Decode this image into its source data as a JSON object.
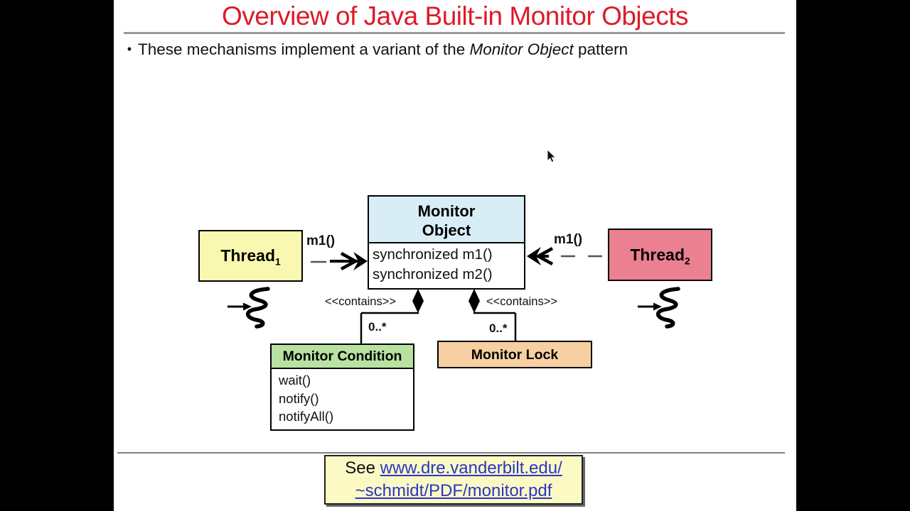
{
  "slide": {
    "title": "Overview of Java Built-in Monitor Objects",
    "bullet": {
      "marker": "•",
      "text_pre": "These mechanisms implement a variant of the ",
      "text_italic": "Monitor Object",
      "text_post": " pattern"
    }
  },
  "diagram": {
    "monitor_object": {
      "name_line1": "Monitor",
      "name_line2": "Object",
      "methods": [
        "synchronized m1()",
        "synchronized m2()"
      ]
    },
    "thread1": {
      "label": "Thread",
      "subscript": "1"
    },
    "thread2": {
      "label": "Thread",
      "subscript": "2"
    },
    "call_label_left": "m1()",
    "call_label_right": "m1()",
    "contains_left": "<<contains>>",
    "contains_right": "<<contains>>",
    "multiplicity_left": "0..*",
    "multiplicity_right": "0..*",
    "monitor_condition": {
      "title": "Monitor Condition",
      "methods": [
        "wait()",
        "notify()",
        "notifyAll()"
      ]
    },
    "monitor_lock": {
      "title": "Monitor Lock"
    }
  },
  "footer": {
    "see_label": "See ",
    "link_line1": "www.dre.vanderbilt.edu/",
    "link_line2": "~schmidt/PDF/monitor.pdf"
  },
  "colors": {
    "title_red": "#dc1b2a",
    "monitor_object_header": "#d9edf7",
    "thread1_fill": "#f8f8b0",
    "thread2_fill": "#eb8090",
    "condition_header": "#b8e2a2",
    "lock_fill": "#f8cfa0",
    "footer_fill": "#fbfac5",
    "link_blue": "#2a35c8"
  }
}
